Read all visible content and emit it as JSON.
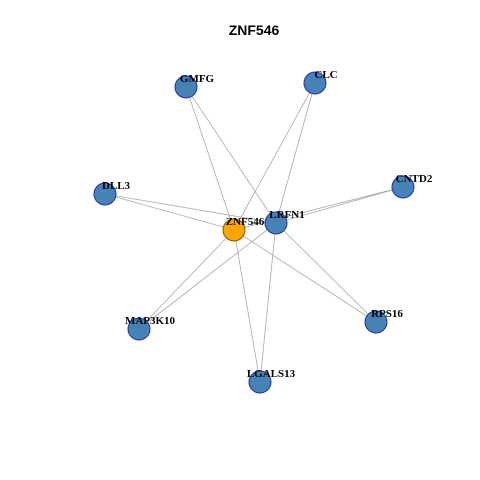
{
  "title": "ZNF546",
  "colors": {
    "node": "#4682b4",
    "hub": "#ffa500",
    "edge": "#aaaaaa"
  },
  "graph": {
    "nodes": [
      {
        "id": "GMFG",
        "label": "GMFG",
        "hub": false
      },
      {
        "id": "CLC",
        "label": "CLC",
        "hub": false
      },
      {
        "id": "DLL3",
        "label": "DLL3",
        "hub": false
      },
      {
        "id": "CNTD2",
        "label": "CNTD2",
        "hub": false
      },
      {
        "id": "ZNF546",
        "label": "ZNF546",
        "hub": true
      },
      {
        "id": "LRFN1",
        "label": "LRFN1",
        "hub": false
      },
      {
        "id": "MAP3K10",
        "label": "MAP3K10",
        "hub": false
      },
      {
        "id": "RPS16",
        "label": "RPS16",
        "hub": false
      },
      {
        "id": "LGALS13",
        "label": "LGALS13",
        "hub": false
      }
    ],
    "edges": [
      [
        "ZNF546",
        "GMFG"
      ],
      [
        "ZNF546",
        "CLC"
      ],
      [
        "ZNF546",
        "DLL3"
      ],
      [
        "ZNF546",
        "CNTD2"
      ],
      [
        "ZNF546",
        "MAP3K10"
      ],
      [
        "ZNF546",
        "RPS16"
      ],
      [
        "ZNF546",
        "LGALS13"
      ],
      [
        "LRFN1",
        "GMFG"
      ],
      [
        "LRFN1",
        "CLC"
      ],
      [
        "LRFN1",
        "DLL3"
      ],
      [
        "LRFN1",
        "CNTD2"
      ],
      [
        "LRFN1",
        "MAP3K10"
      ],
      [
        "LRFN1",
        "RPS16"
      ],
      [
        "LRFN1",
        "LGALS13"
      ]
    ]
  }
}
